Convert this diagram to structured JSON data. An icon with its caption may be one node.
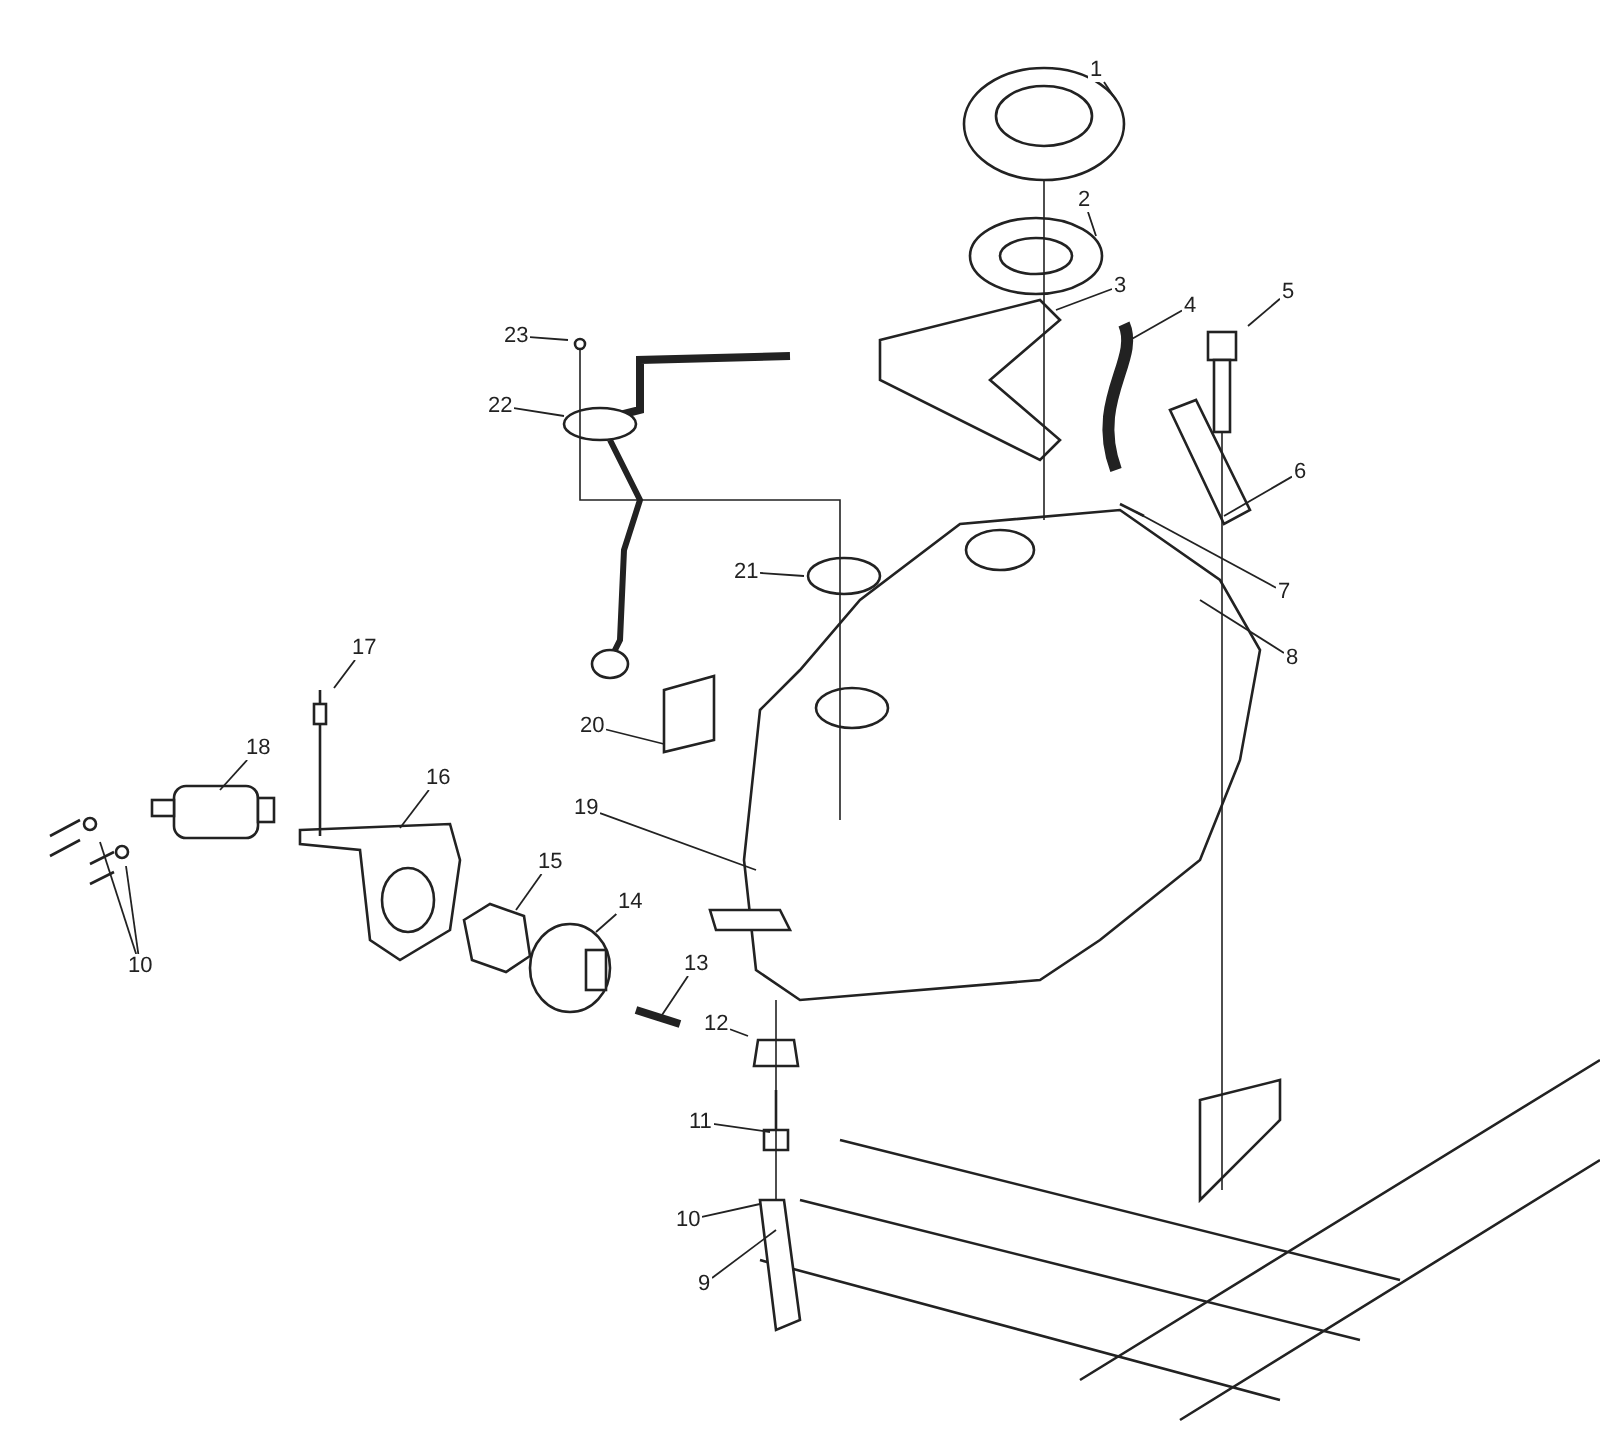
{
  "diagram": {
    "nodes": [
      {
        "text": [
          "1"
        ]
      },
      {
        "text": [
          "2"
        ]
      },
      {
        "text": [
          "3"
        ]
      },
      {
        "text": [
          "5"
        ]
      },
      {
        "text": [
          "4"
        ]
      },
      {
        "text": [
          "23"
        ]
      },
      {
        "text": [
          "22"
        ]
      },
      {
        "text": [
          "6"
        ]
      },
      {
        "text": [
          "21"
        ]
      },
      {
        "text": [
          "7"
        ]
      },
      {
        "text": [
          "8"
        ]
      },
      {
        "text": [
          "17"
        ]
      },
      {
        "text": [
          "20"
        ]
      },
      {
        "text": [
          "18"
        ]
      },
      {
        "text": [
          "16"
        ]
      },
      {
        "text": [
          "19"
        ]
      },
      {
        "text": [
          "15"
        ]
      },
      {
        "text": [
          "14"
        ]
      },
      {
        "text": [
          "10"
        ]
      },
      {
        "text": [
          "13"
        ]
      },
      {
        "text": [
          "12"
        ]
      },
      {
        "text": [
          "11"
        ]
      },
      {
        "text": [
          "10"
        ]
      },
      {
        "text": [
          "9"
        ]
      }
    ],
    "edges": [
      {
        "from": 0,
        "to": null,
        "arrow": "none"
      },
      {
        "from": 1,
        "to": null,
        "arrow": "none"
      },
      {
        "from": 2,
        "to": null,
        "arrow": "none"
      },
      {
        "from": 3,
        "to": null,
        "arrow": "none"
      },
      {
        "from": 4,
        "to": null,
        "arrow": "none"
      },
      {
        "from": 5,
        "to": null,
        "arrow": "none"
      },
      {
        "from": 6,
        "to": null,
        "arrow": "none"
      },
      {
        "from": 7,
        "to": null,
        "arrow": "none"
      },
      {
        "from": 8,
        "to": null,
        "arrow": "none"
      },
      {
        "from": 9,
        "to": null,
        "arrow": "none"
      },
      {
        "from": 10,
        "to": null,
        "arrow": "none"
      },
      {
        "from": 11,
        "to": null,
        "arrow": "none"
      },
      {
        "from": 12,
        "to": null,
        "arrow": "none"
      },
      {
        "from": 13,
        "to": null,
        "arrow": "none"
      },
      {
        "from": 14,
        "to": null,
        "arrow": "none"
      },
      {
        "from": 15,
        "to": null,
        "arrow": "none"
      },
      {
        "from": 16,
        "to": null,
        "arrow": "none"
      },
      {
        "from": 17,
        "to": null,
        "arrow": "none"
      },
      {
        "from": 18,
        "to": null,
        "arrow": "none"
      },
      {
        "from": 18,
        "to": null,
        "arrow": "none"
      },
      {
        "from": 19,
        "to": null,
        "arrow": "none"
      },
      {
        "from": 20,
        "to": null,
        "arrow": "none"
      },
      {
        "from": 21,
        "to": null,
        "arrow": "none"
      },
      {
        "from": 22,
        "to": null,
        "arrow": "none"
      },
      {
        "from": 23,
        "to": null,
        "arrow": "none"
      }
    ]
  }
}
